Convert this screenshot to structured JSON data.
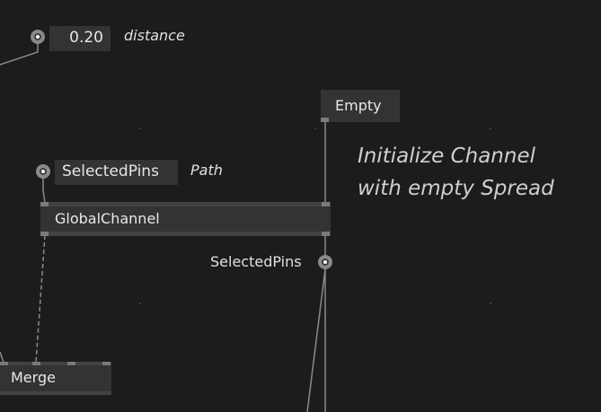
{
  "patch": {
    "distance_pin": {
      "value": "0.20",
      "label": "distance"
    },
    "path_pin": {
      "value": "SelectedPins",
      "label": "Path"
    },
    "empty_node": {
      "label": "Empty"
    },
    "global_channel_node": {
      "label": "GlobalChannel"
    },
    "selected_pins_output": {
      "label": "SelectedPins"
    },
    "merge_node": {
      "label": "Merge"
    },
    "comment": {
      "line1": "Initialize Channel",
      "line2": "with empty Spread"
    }
  },
  "colors": {
    "background": "#1c1c1c",
    "node_fill": "#333333",
    "wire": "#8a8a8a",
    "text": "#e0e0e0"
  }
}
